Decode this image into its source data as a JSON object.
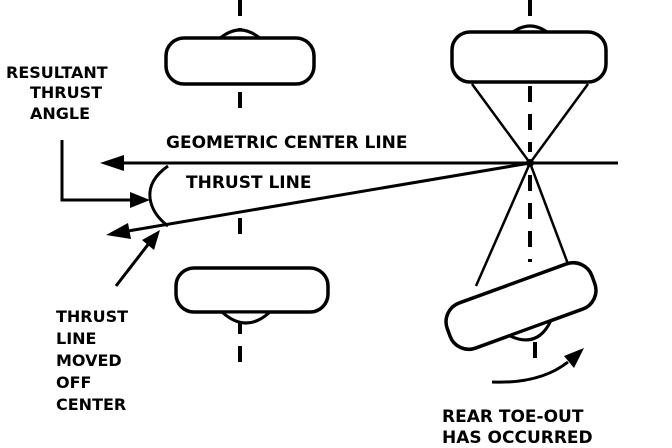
{
  "labels": {
    "resultant_thrust_angle": [
      "RESULTANT",
      "THRUST",
      "ANGLE"
    ],
    "geometric_center_line": "GEOMETRIC CENTER LINE",
    "thrust_line": "THRUST LINE",
    "thrust_line_moved": [
      "THRUST",
      "LINE",
      "MOVED",
      "OFF",
      "CENTER"
    ],
    "rear_toe_out": [
      "REAR TOE-OUT",
      "HAS OCCURRED"
    ]
  },
  "colors": {
    "ink": "#000000",
    "background": "#ffffff"
  }
}
